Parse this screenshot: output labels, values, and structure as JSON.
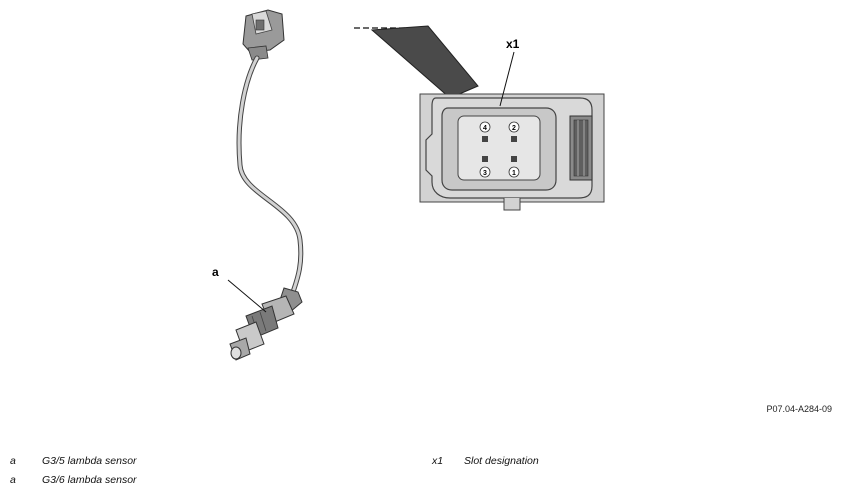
{
  "figure": {
    "callout_sensor": "a",
    "callout_connector": "x1",
    "pins": [
      "4",
      "2",
      "3",
      "1"
    ],
    "reference_code": "P07.04-A284-09"
  },
  "legend": [
    {
      "key": "a",
      "text": "G3/5 lambda sensor"
    },
    {
      "key": "a",
      "text": "G3/6 lambda sensor"
    },
    {
      "key": "x1",
      "text": "Slot designation"
    }
  ]
}
